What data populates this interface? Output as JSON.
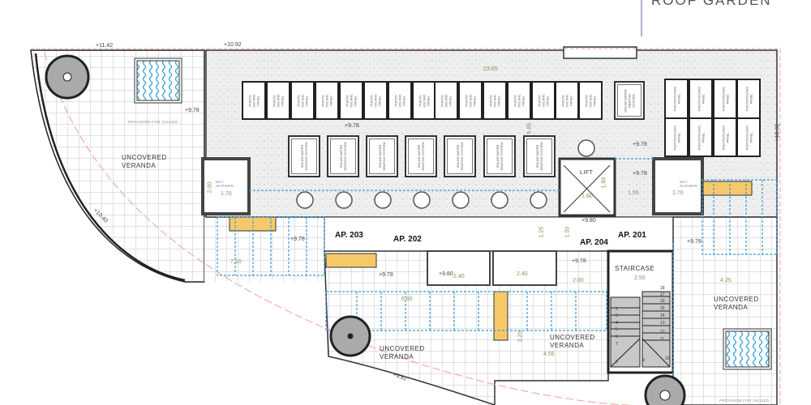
{
  "header": {
    "title": "ROOF GARDEN"
  },
  "rooms": {
    "veranda_left": [
      "UNCOVERED",
      "VERANDA"
    ],
    "veranda_bottom": [
      "UNCOVERED",
      "VERANDA"
    ],
    "veranda_mid": [
      "UNCOVERED",
      "VERANDA"
    ],
    "veranda_right": [
      "UNCOVERED",
      "VERANDA"
    ],
    "staircase": "STAIRCASE",
    "lift": "LIFT",
    "wc_shower": "WC/ SHOWER"
  },
  "apartments": [
    "AP. 203",
    "AP. 202",
    "AP. 204",
    "AP. 201"
  ],
  "equipment": {
    "pv_panel": "PHOTO VOLTAIC PANEL",
    "pv_panel_right": "PHOTOVOLTAIC PANEL",
    "solar_heater": "SOLAR WATER HEATING SYSTEM",
    "jacuzzi_note": "PROVISION FOR JACUZZI"
  },
  "levels": {
    "l1": "+11.42",
    "l2": "+10.92",
    "l3": "+9.78",
    "l4": "+9.78",
    "l5": "+9.78",
    "l6": "+9.78",
    "l7": "+9.80",
    "l8": "+9.78",
    "l9": "+9.78",
    "l10": "+9.80",
    "l11": "+9.78",
    "l12": "+9.78",
    "l13": "+10.92",
    "l14": "+10.40",
    "l15": "+9.82"
  },
  "dimensions": {
    "d1": "23.85",
    "d2": "2.00",
    "d3": "1.70",
    "d4": "1.80",
    "d5": "1.80",
    "d6": "1.55",
    "d7": "1.70",
    "d8": "1.25",
    "d9": "1.50",
    "d10": "2.40",
    "d11": "2.40",
    "d12": "2.00",
    "d13": "2.50",
    "d14": "6.80",
    "d15": "4.55",
    "d16": "4.25",
    "d17": "7.10",
    "d18": "6.85",
    "d19": "3.20"
  },
  "stair_steps": [
    "2",
    "3",
    "4",
    "5",
    "6",
    "7",
    "8",
    "9",
    "10",
    "11",
    "12",
    "13",
    "14",
    "15",
    "16",
    "17",
    "18"
  ],
  "colors": {
    "pergola": "#3a9ad9",
    "counter": "#f5c96a",
    "pink_line": "#f2a0a0",
    "title_line": "#9a7bb0"
  }
}
